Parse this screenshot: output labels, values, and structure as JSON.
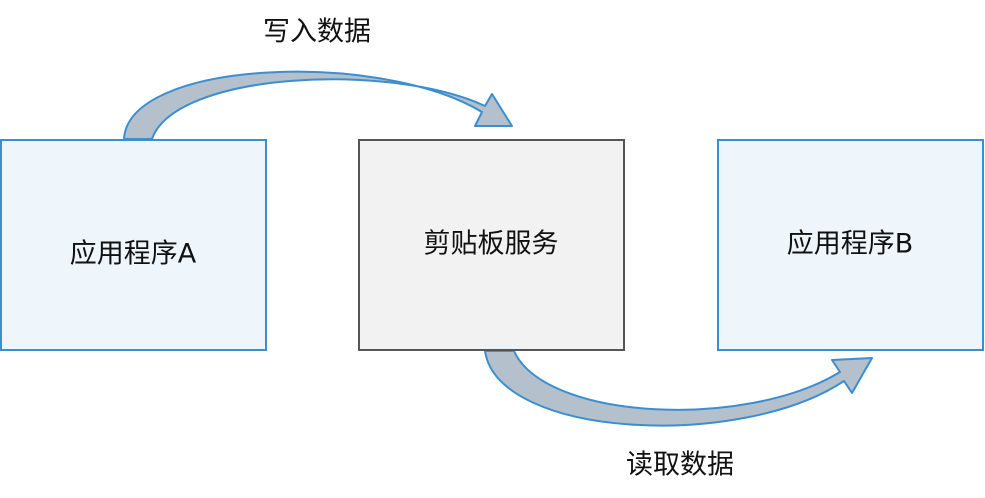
{
  "diagram": {
    "nodes": {
      "app_a": {
        "label": "应用程序A"
      },
      "clipboard_service": {
        "label": "剪贴板服务"
      },
      "app_b": {
        "label": "应用程序B"
      }
    },
    "edges": {
      "write": {
        "label": "写入数据",
        "from": "应用程序A",
        "to": "剪贴板服务"
      },
      "read": {
        "label": "读取数据",
        "from": "剪贴板服务",
        "to": "应用程序B"
      }
    }
  },
  "colors": {
    "app_box_fill": "#eef6fc",
    "app_box_stroke": "#3b8ed0",
    "service_box_fill": "#f2f2f2",
    "service_box_stroke": "#555555",
    "arrow_stroke": "#3b8ed0",
    "arrow_fill": "#b4c1cc"
  }
}
